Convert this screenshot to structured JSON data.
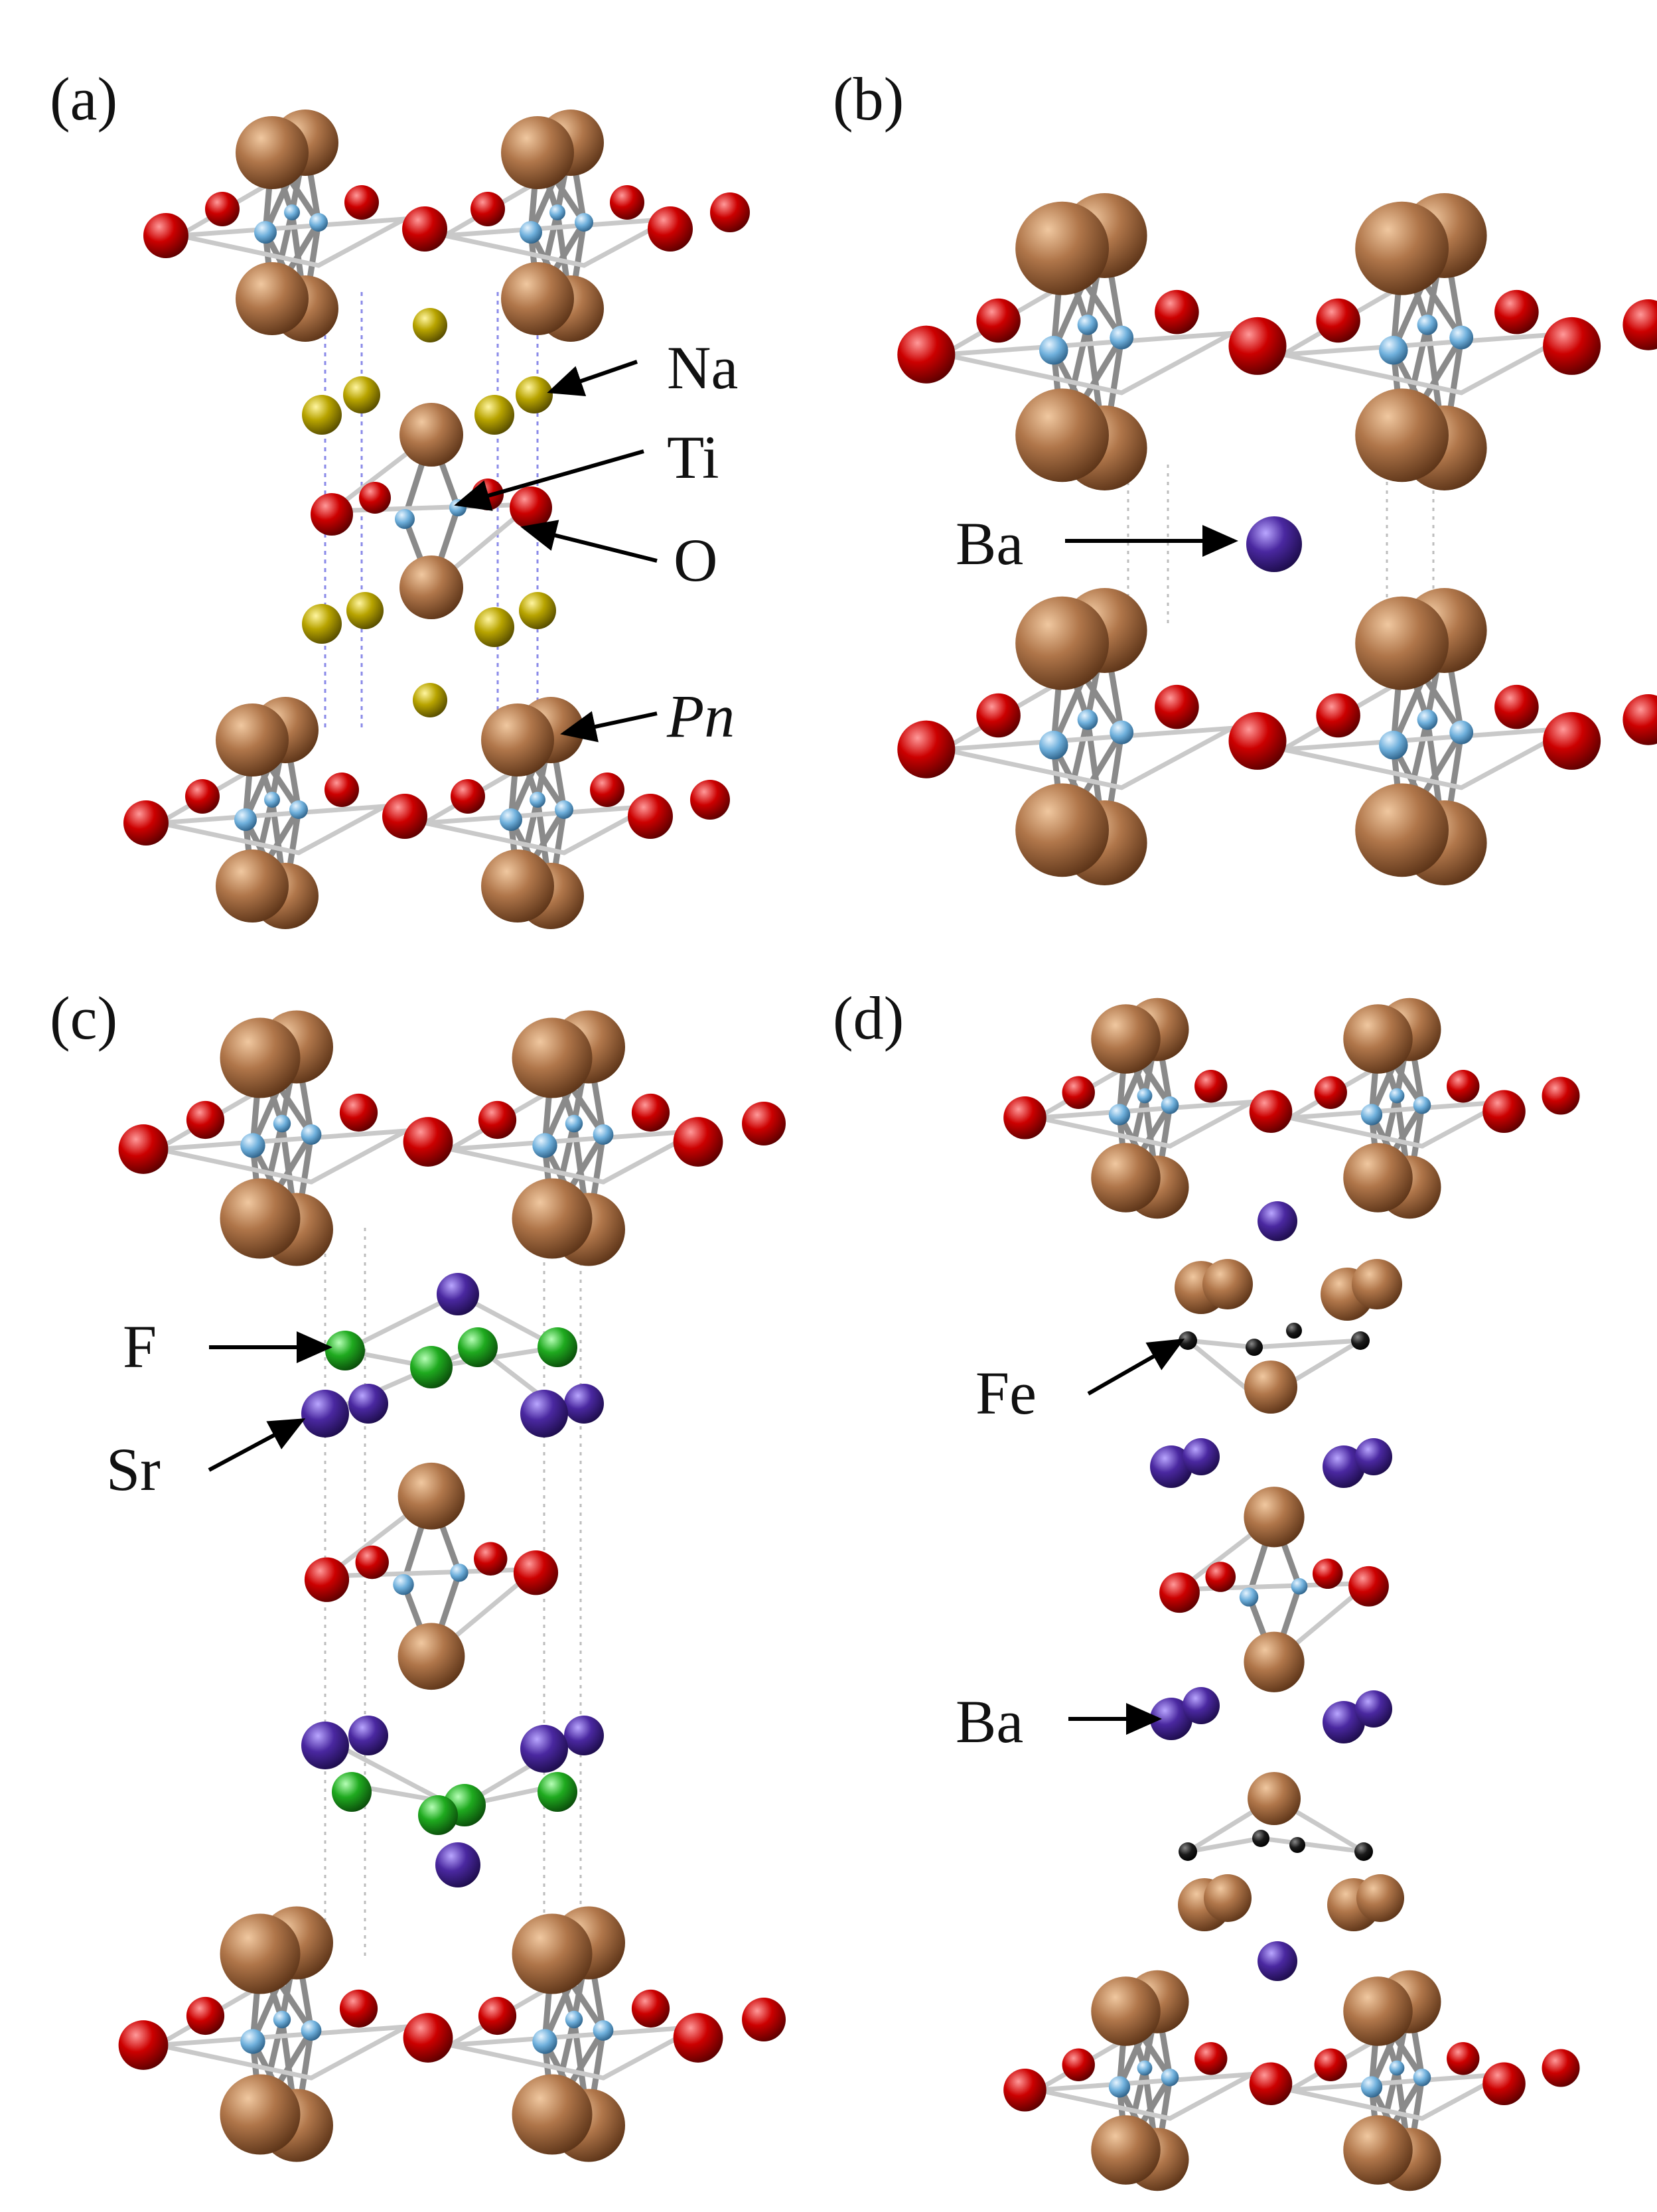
{
  "panels": [
    {
      "id": "a",
      "label": "(a)"
    },
    {
      "id": "b",
      "label": "(b)"
    },
    {
      "id": "c",
      "label": "(c)"
    },
    {
      "id": "d",
      "label": "(d)"
    }
  ],
  "atom_labels": {
    "a_na": "Na",
    "a_ti": "Ti",
    "a_o": "O",
    "a_pn": "Pn",
    "b_ba": "Ba",
    "c_f": "F",
    "c_sr": "Sr",
    "d_fe": "Fe",
    "d_ba": "Ba"
  },
  "colors": {
    "pn": "#b0764a",
    "o": "#cc0000",
    "ti": "#6fb0dc",
    "na": "#b8a400",
    "ba": "#4a28a0",
    "sr": "#4a28a0",
    "f": "#1faa1f",
    "fe": "#111111",
    "bond": "#c9c9c9"
  }
}
